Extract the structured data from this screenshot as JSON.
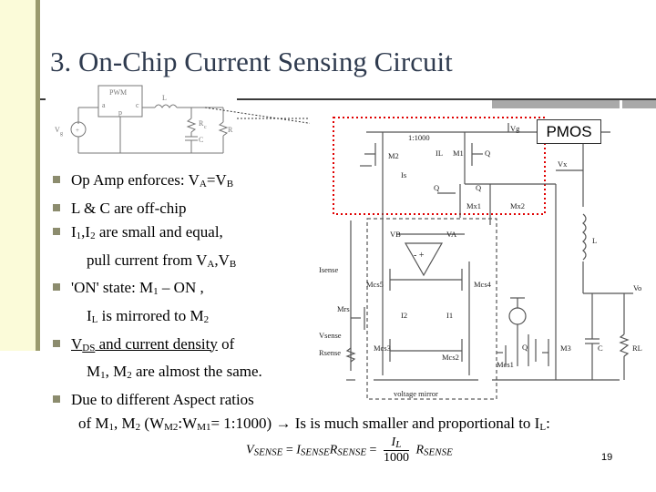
{
  "slide": {
    "title": "3. On-Chip Current Sensing Circuit",
    "page_number": "19",
    "pmos_label": "PMOS"
  },
  "bullets": [
    {
      "level": 0,
      "parts": [
        "Op Amp enforces: V",
        "A",
        "=V",
        "B"
      ]
    },
    {
      "level": 0,
      "parts": [
        "L & C are off-chip"
      ]
    },
    {
      "level": 0,
      "parts": [
        "I",
        "1",
        ",I",
        "2",
        " are small and equal,"
      ]
    },
    {
      "level": 1,
      "parts": [
        "pull current from V",
        "A",
        ",V",
        "B"
      ]
    },
    {
      "level": 0,
      "parts": [
        "'ON' state: M",
        "1",
        " – ON ,"
      ]
    },
    {
      "level": 1,
      "parts": [
        "I",
        "L",
        " is mirrored to M",
        "2"
      ]
    },
    {
      "level": 0,
      "parts": [
        "V",
        "DS",
        " and current density",
        " of"
      ]
    },
    {
      "level": 1,
      "parts": [
        "M",
        "1",
        ", M",
        "2",
        " are almost the same."
      ]
    },
    {
      "level": 0,
      "parts": [
        "Due to different Aspect ratios"
      ]
    },
    {
      "level": 2,
      "parts": [
        "of M",
        "1",
        ", M",
        "2",
        " (W",
        "M2",
        ":W",
        "M1",
        "= 1:1000) ",
        "→",
        " Is is much smaller and proportional to I",
        "L",
        ":"
      ]
    }
  ],
  "formula": {
    "lhs": "V",
    "lhs_sub": "SENSE",
    "eq1": "=",
    "i": "I",
    "i_sub": "SENSE",
    "r": "R",
    "r_sub": "SENSE",
    "eq2": "=",
    "num": "I",
    "num_sub": "L",
    "den": "1000",
    "r2": "R",
    "r2_sub": "SENSE"
  },
  "small_circuit": {
    "pwm": "PWM",
    "a": "a",
    "c": "c",
    "p": "p",
    "L": "L",
    "Vg": "V",
    "Vg_sub": "g",
    "Rc": "R",
    "Rc_sub": "c",
    "C": "C",
    "R": "R"
  },
  "main_circuit": {
    "ratio": "1:1000",
    "labels": [
      "Vg",
      "M2",
      "IL",
      "M1",
      "Q",
      "Is",
      "Vx",
      "Q",
      "Q",
      "Mx1",
      "Mx2",
      "VB",
      "VA",
      "L",
      "Isense",
      "Mcs5",
      "Mcs4",
      "Vo",
      "Mrs",
      "I2",
      "I1",
      "Vsense",
      "Rsense",
      "Mcs3",
      "Mcs2",
      "Mcs1",
      "Q",
      "M3",
      "C",
      "RL",
      "voltage mirror"
    ]
  }
}
